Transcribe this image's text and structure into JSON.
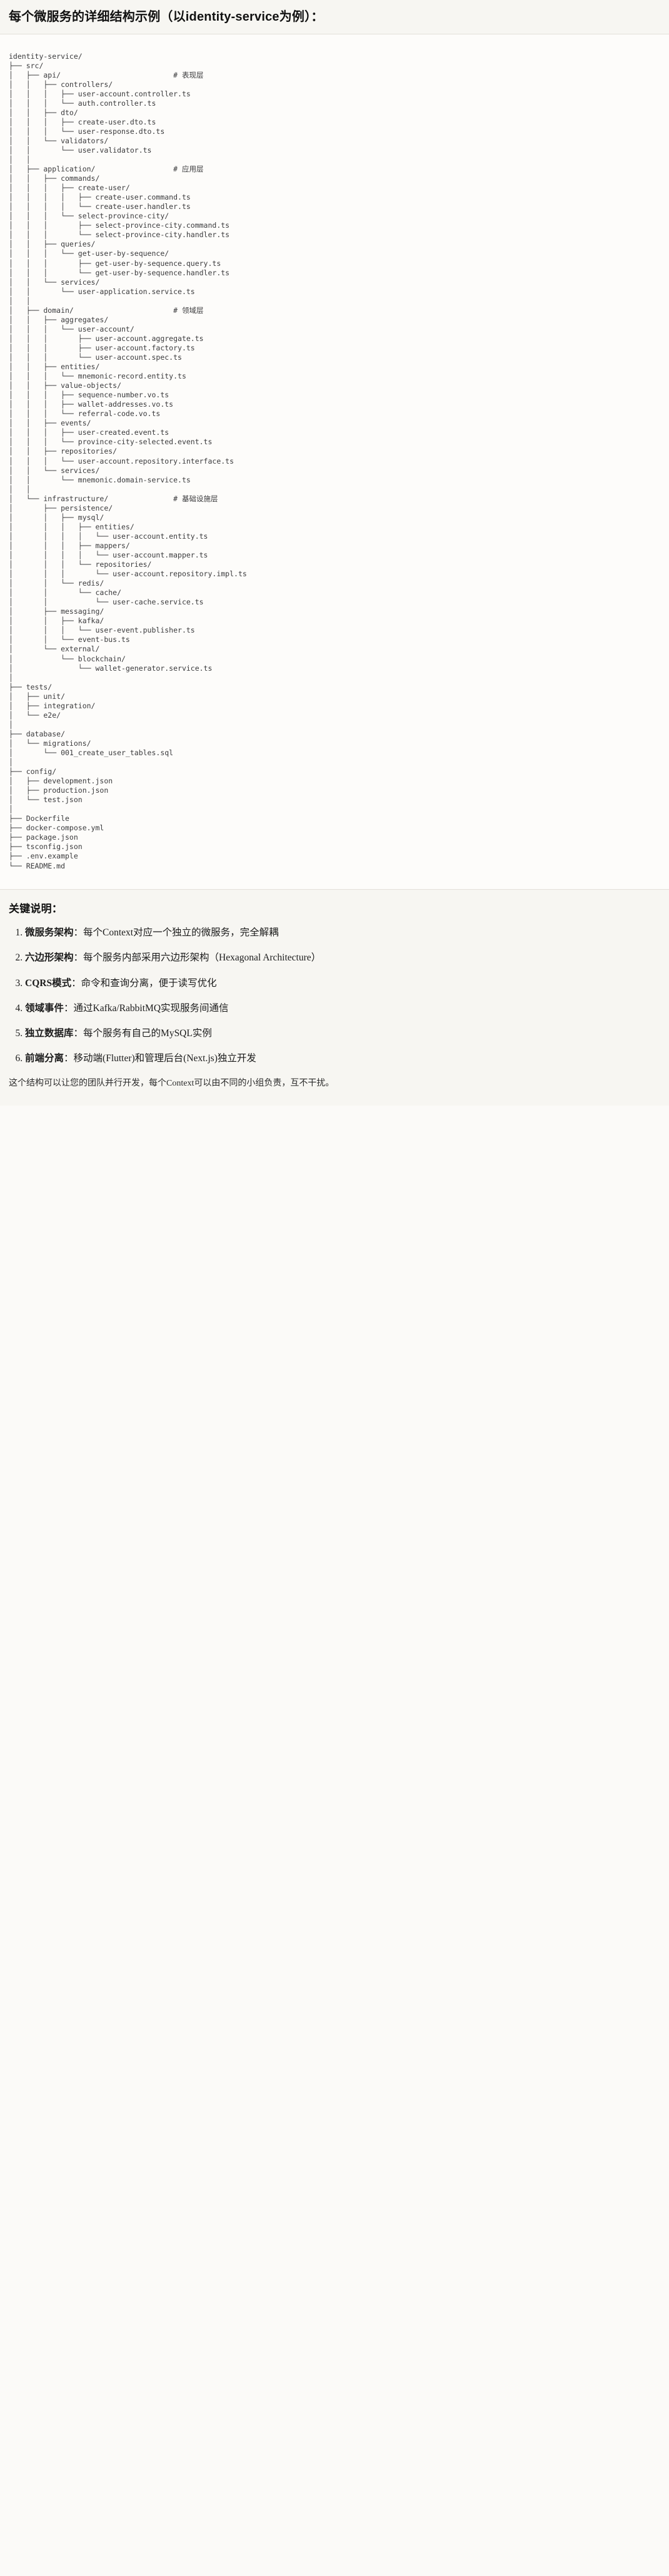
{
  "header": {
    "title": "每个微服务的详细结构示例（以identity-service为例）："
  },
  "tree": {
    "root_label": "identity-service/",
    "text": "identity-service/\n├── src/\n│   ├── api/                          # 表现层\n│   │   ├── controllers/\n│   │   │   ├── user-account.controller.ts\n│   │   │   └── auth.controller.ts\n│   │   ├── dto/\n│   │   │   ├── create-user.dto.ts\n│   │   │   └── user-response.dto.ts\n│   │   └── validators/\n│   │       └── user.validator.ts\n│   │\n│   ├── application/                  # 应用层\n│   │   ├── commands/\n│   │   │   ├── create-user/\n│   │   │   │   ├── create-user.command.ts\n│   │   │   │   └── create-user.handler.ts\n│   │   │   └── select-province-city/\n│   │   │       ├── select-province-city.command.ts\n│   │   │       └── select-province-city.handler.ts\n│   │   ├── queries/\n│   │   │   └── get-user-by-sequence/\n│   │   │       ├── get-user-by-sequence.query.ts\n│   │   │       └── get-user-by-sequence.handler.ts\n│   │   └── services/\n│   │       └── user-application.service.ts\n│   │\n│   ├── domain/                       # 领域层\n│   │   ├── aggregates/\n│   │   │   └── user-account/\n│   │   │       ├── user-account.aggregate.ts\n│   │   │       ├── user-account.factory.ts\n│   │   │       └── user-account.spec.ts\n│   │   ├── entities/\n│   │   │   └── mnemonic-record.entity.ts\n│   │   ├── value-objects/\n│   │   │   ├── sequence-number.vo.ts\n│   │   │   ├── wallet-addresses.vo.ts\n│   │   │   └── referral-code.vo.ts\n│   │   ├── events/\n│   │   │   ├── user-created.event.ts\n│   │   │   └── province-city-selected.event.ts\n│   │   ├── repositories/\n│   │   │   └── user-account.repository.interface.ts\n│   │   └── services/\n│   │       └── mnemonic.domain-service.ts\n│   │\n│   └── infrastructure/               # 基础设施层\n│       ├── persistence/\n│       │   ├── mysql/\n│       │   │   ├── entities/\n│       │   │   │   └── user-account.entity.ts\n│       │   │   ├── mappers/\n│       │   │   │   └── user-account.mapper.ts\n│       │   │   └── repositories/\n│       │   │       └── user-account.repository.impl.ts\n│       │   └── redis/\n│       │       └── cache/\n│       │           └── user-cache.service.ts\n│       ├── messaging/\n│       │   ├── kafka/\n│       │   │   └── user-event.publisher.ts\n│       │   └── event-bus.ts\n│       └── external/\n│           └── blockchain/\n│               └── wallet-generator.service.ts\n│\n├── tests/\n│   ├── unit/\n│   ├── integration/\n│   └── e2e/\n│\n├── database/\n│   └── migrations/\n│       └── 001_create_user_tables.sql\n│\n├── config/\n│   ├── development.json\n│   ├── production.json\n│   └── test.json\n│\n├── Dockerfile\n├── docker-compose.yml\n├── package.json\n├── tsconfig.json\n├── .env.example\n└── README.md"
  },
  "notes": {
    "title": "关键说明：",
    "items": [
      {
        "term": "微服务架构",
        "sep": "：",
        "body": "每个Context对应一个独立的微服务，完全解耦"
      },
      {
        "term": "六边形架构",
        "sep": "：",
        "body": "每个服务内部采用六边形架构（Hexagonal Architecture）"
      },
      {
        "term": "CQRS模式",
        "sep": "：",
        "body": "命令和查询分离，便于读写优化"
      },
      {
        "term": "领域事件",
        "sep": "：",
        "body": "通过Kafka/RabbitMQ实现服务间通信"
      },
      {
        "term": "独立数据库",
        "sep": "：",
        "body": "每个服务有自己的MySQL实例"
      },
      {
        "term": "前端分离",
        "sep": "：",
        "body": "移动端(Flutter)和管理后台(Next.js)独立开发"
      }
    ],
    "closing": "这个结构可以让您的团队并行开发，每个Context可以由不同的小组负责，互不干扰。"
  }
}
